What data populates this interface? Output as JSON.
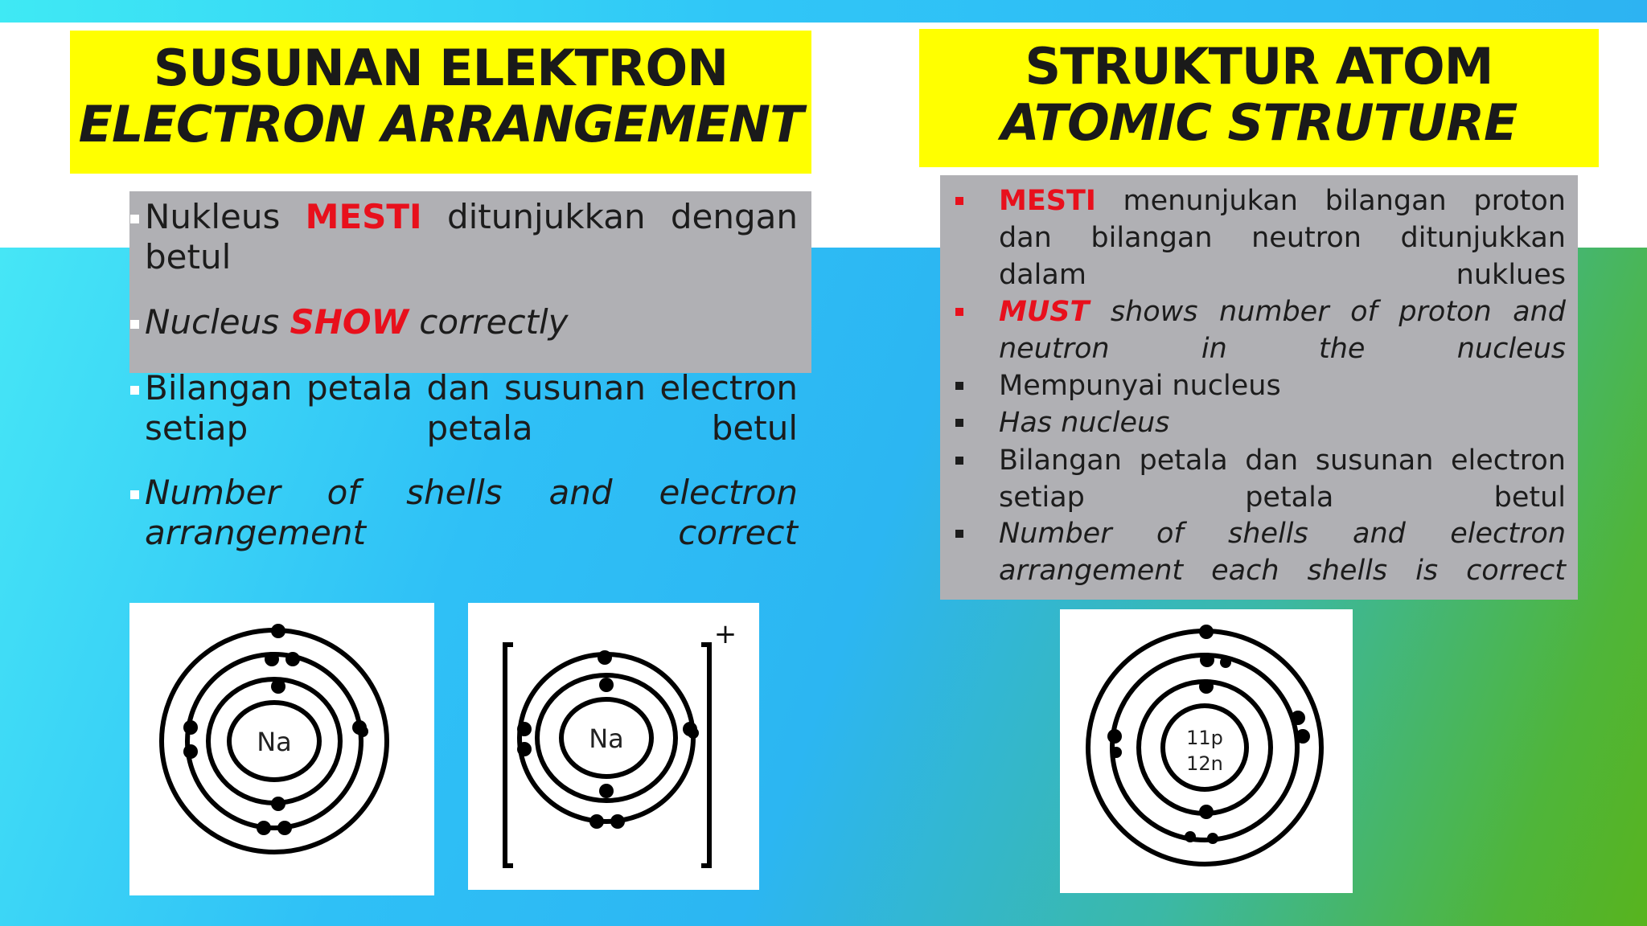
{
  "left": {
    "title_line1": "SUSUNAN ELEKTRON",
    "title_line2": "ELECTRON ARRANGEMENT",
    "item1_pre": "Nukleus ",
    "item1_em": "MESTI",
    "item1_post": " ditunjukkan dengan betul",
    "item2_pre": "Nucleus ",
    "item2_em": "SHOW",
    "item2_post": " correctly",
    "item3": "Bilangan petala dan susunan electron setiap petala betul",
    "item4": "Number of shells and electron arrangement correct",
    "diagram1_label": "Na",
    "diagram2_label": "Na",
    "diagram2_charge": "+"
  },
  "right": {
    "title_line1": "STRUKTUR ATOM",
    "title_line2": "ATOMIC STRUTURE",
    "item1_em": "MESTI",
    "item1_post": " menunjukan bilangan proton dan bilangan neutron ditunjukkan dalam nuklues",
    "item2_em": "MUST",
    "item2_post": " shows number of proton and neutron in the nucleus",
    "item3": "Mempunyai nucleus",
    "item4": "Has nucleus",
    "item5": "Bilangan petala dan susunan electron setiap petala betul",
    "item6": "Number of shells and electron arrangement each shells is correct",
    "diagram_protons": "11p",
    "diagram_neutrons": "12n"
  }
}
